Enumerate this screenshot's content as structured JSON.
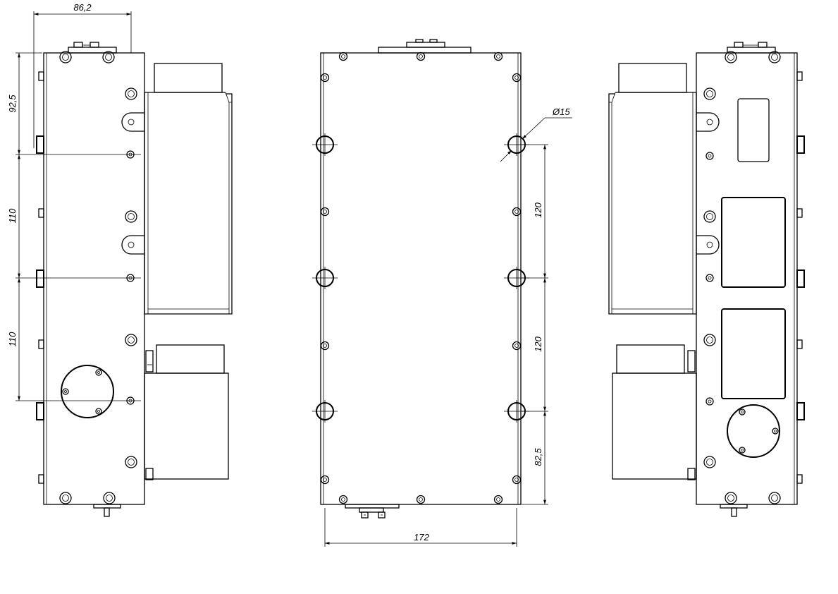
{
  "dimensions": {
    "width_top": "86,2",
    "offset_top": "92,5",
    "pitch_1": "110",
    "pitch_2": "110",
    "hole_diameter": "Ø15",
    "spacing_1": "120",
    "spacing_2": "120",
    "offset_bottom": "82,5",
    "width_bottom": "172"
  },
  "views": [
    "left-side-view",
    "front-view",
    "right-side-view"
  ]
}
